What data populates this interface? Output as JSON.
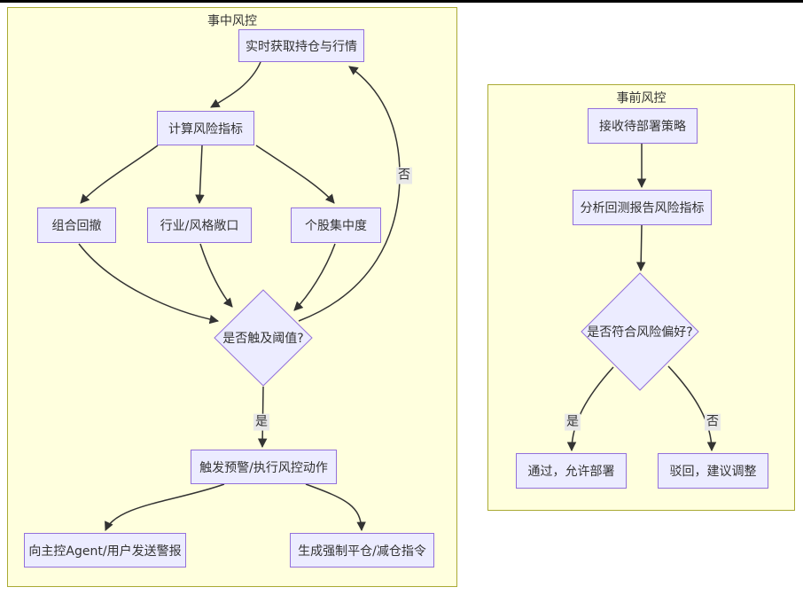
{
  "theme": {
    "node_fill": "#ECECFF",
    "node_border": "#9370DB",
    "cluster_fill": "#ffffde",
    "cluster_border": "#aaaa33",
    "edge_color": "#333333",
    "text_color": "#333333",
    "edge_label_bg": "#e8e8e8",
    "page_bg": "#ffffff",
    "top_rule": "#000000"
  },
  "diagram": {
    "clusters": {
      "during": {
        "title": "事中风控",
        "nodes": {
          "realtime": {
            "label": "实时获取持仓与行情",
            "shape": "rect"
          },
          "calc": {
            "label": "计算风险指标",
            "shape": "rect"
          },
          "drawdown": {
            "label": "组合回撤",
            "shape": "rect"
          },
          "exposure": {
            "label": "行业/风格敞口",
            "shape": "rect"
          },
          "concentration": {
            "label": "个股集中度",
            "shape": "rect"
          },
          "threshold": {
            "label": "是否触及阈值?",
            "shape": "diamond"
          },
          "trigger": {
            "label": "触发预警/执行风控动作",
            "shape": "rect"
          },
          "alert": {
            "label": "向主控Agent/用户发送警报",
            "shape": "rect"
          },
          "order": {
            "label": "生成强制平仓/减仓指令",
            "shape": "rect"
          }
        },
        "edge_labels": {
          "yes": "是",
          "no": "否"
        },
        "edges": [
          {
            "from": "realtime",
            "to": "calc",
            "label": ""
          },
          {
            "from": "calc",
            "to": "drawdown",
            "label": ""
          },
          {
            "from": "calc",
            "to": "exposure",
            "label": ""
          },
          {
            "from": "calc",
            "to": "concentration",
            "label": ""
          },
          {
            "from": "drawdown",
            "to": "threshold",
            "label": ""
          },
          {
            "from": "exposure",
            "to": "threshold",
            "label": ""
          },
          {
            "from": "concentration",
            "to": "threshold",
            "label": ""
          },
          {
            "from": "threshold",
            "to": "realtime",
            "label": "否"
          },
          {
            "from": "threshold",
            "to": "trigger",
            "label": "是"
          },
          {
            "from": "trigger",
            "to": "alert",
            "label": ""
          },
          {
            "from": "trigger",
            "to": "order",
            "label": ""
          }
        ]
      },
      "pre": {
        "title": "事前风控",
        "nodes": {
          "receive": {
            "label": "接收待部署策略",
            "shape": "rect"
          },
          "analyze": {
            "label": "分析回测报告风险指标",
            "shape": "rect"
          },
          "riskfit": {
            "label": "是否符合风险偏好?",
            "shape": "diamond"
          },
          "approve": {
            "label": "通过，允许部署",
            "shape": "rect"
          },
          "reject": {
            "label": "驳回，建议调整",
            "shape": "rect"
          }
        },
        "edge_labels": {
          "yes": "是",
          "no": "否"
        },
        "edges": [
          {
            "from": "receive",
            "to": "analyze",
            "label": ""
          },
          {
            "from": "analyze",
            "to": "riskfit",
            "label": ""
          },
          {
            "from": "riskfit",
            "to": "approve",
            "label": "是"
          },
          {
            "from": "riskfit",
            "to": "reject",
            "label": "否"
          }
        ]
      }
    }
  }
}
